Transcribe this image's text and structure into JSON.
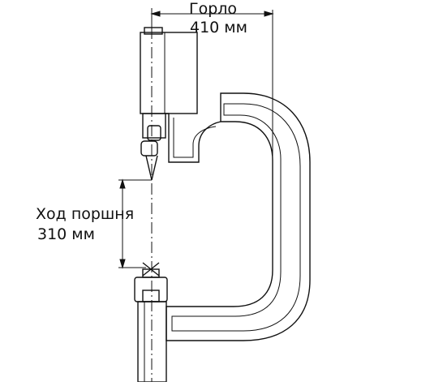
{
  "throat": {
    "title": "Горло",
    "value": "410 мм"
  },
  "stroke": {
    "title": "Ход поршня",
    "value": "310 мм"
  },
  "colors": {
    "line": "#111111",
    "background": "#ffffff"
  }
}
